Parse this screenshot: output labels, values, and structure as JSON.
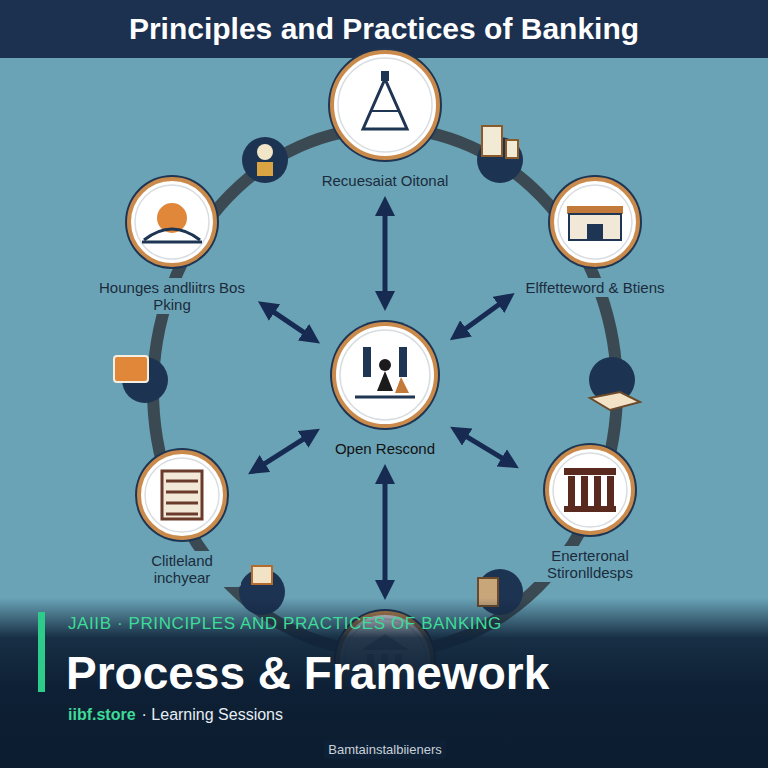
{
  "diagram": {
    "title": "Principles and Practices of Banking",
    "nodes": [
      {
        "text": [
          "Recuesaiat Oitonal"
        ]
      },
      {
        "text": [
          "Hounges andliitrs Bos Pking"
        ]
      },
      {
        "text": [
          "Elffetteword & Btiens"
        ]
      },
      {
        "text": [
          "Open Rescond"
        ]
      },
      {
        "text": [
          "Clitleland inchyear"
        ]
      },
      {
        "text": [
          "Enerteronal Stironlldesps"
        ]
      },
      {
        "text": [
          "Bamtainstalbiieners"
        ]
      }
    ],
    "edges": [
      {
        "from": 3,
        "to": 0,
        "arrow": "both"
      },
      {
        "from": 3,
        "to": 1,
        "arrow": "both"
      },
      {
        "from": 3,
        "to": 2,
        "arrow": "both"
      },
      {
        "from": 3,
        "to": 4,
        "arrow": "both"
      },
      {
        "from": 3,
        "to": 5,
        "arrow": "both"
      },
      {
        "from": 3,
        "to": 6,
        "arrow": "both"
      }
    ],
    "labels": [
      "JAIIB · PRINCIPLES AND PRACTICES OF BANKING",
      "Process & Framework",
      "iibf.store",
      "· Learning Sessions"
    ]
  }
}
